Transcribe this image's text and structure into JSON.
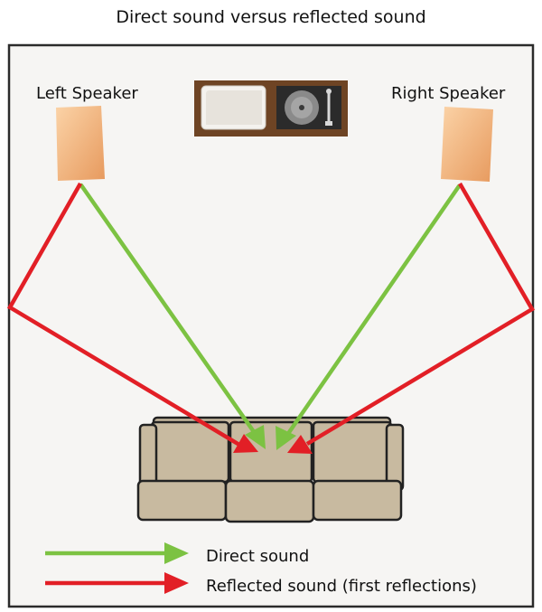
{
  "title": "Direct sound versus reflected sound",
  "speakers": {
    "left": {
      "label": "Left Speaker"
    },
    "right": {
      "label": "Right Speaker"
    }
  },
  "legend": {
    "direct": {
      "label": "Direct sound",
      "color": "#7cc242"
    },
    "reflected": {
      "label": "Reflected sound (first reflections)",
      "color": "#e21f26"
    }
  },
  "colors": {
    "room_fill": "#f6f5f3",
    "wall": "#2b2b2b",
    "speaker": "#f0b27a",
    "console": "#6e4424",
    "sofa": "#c8baa0",
    "sofa_outline": "#222222"
  }
}
